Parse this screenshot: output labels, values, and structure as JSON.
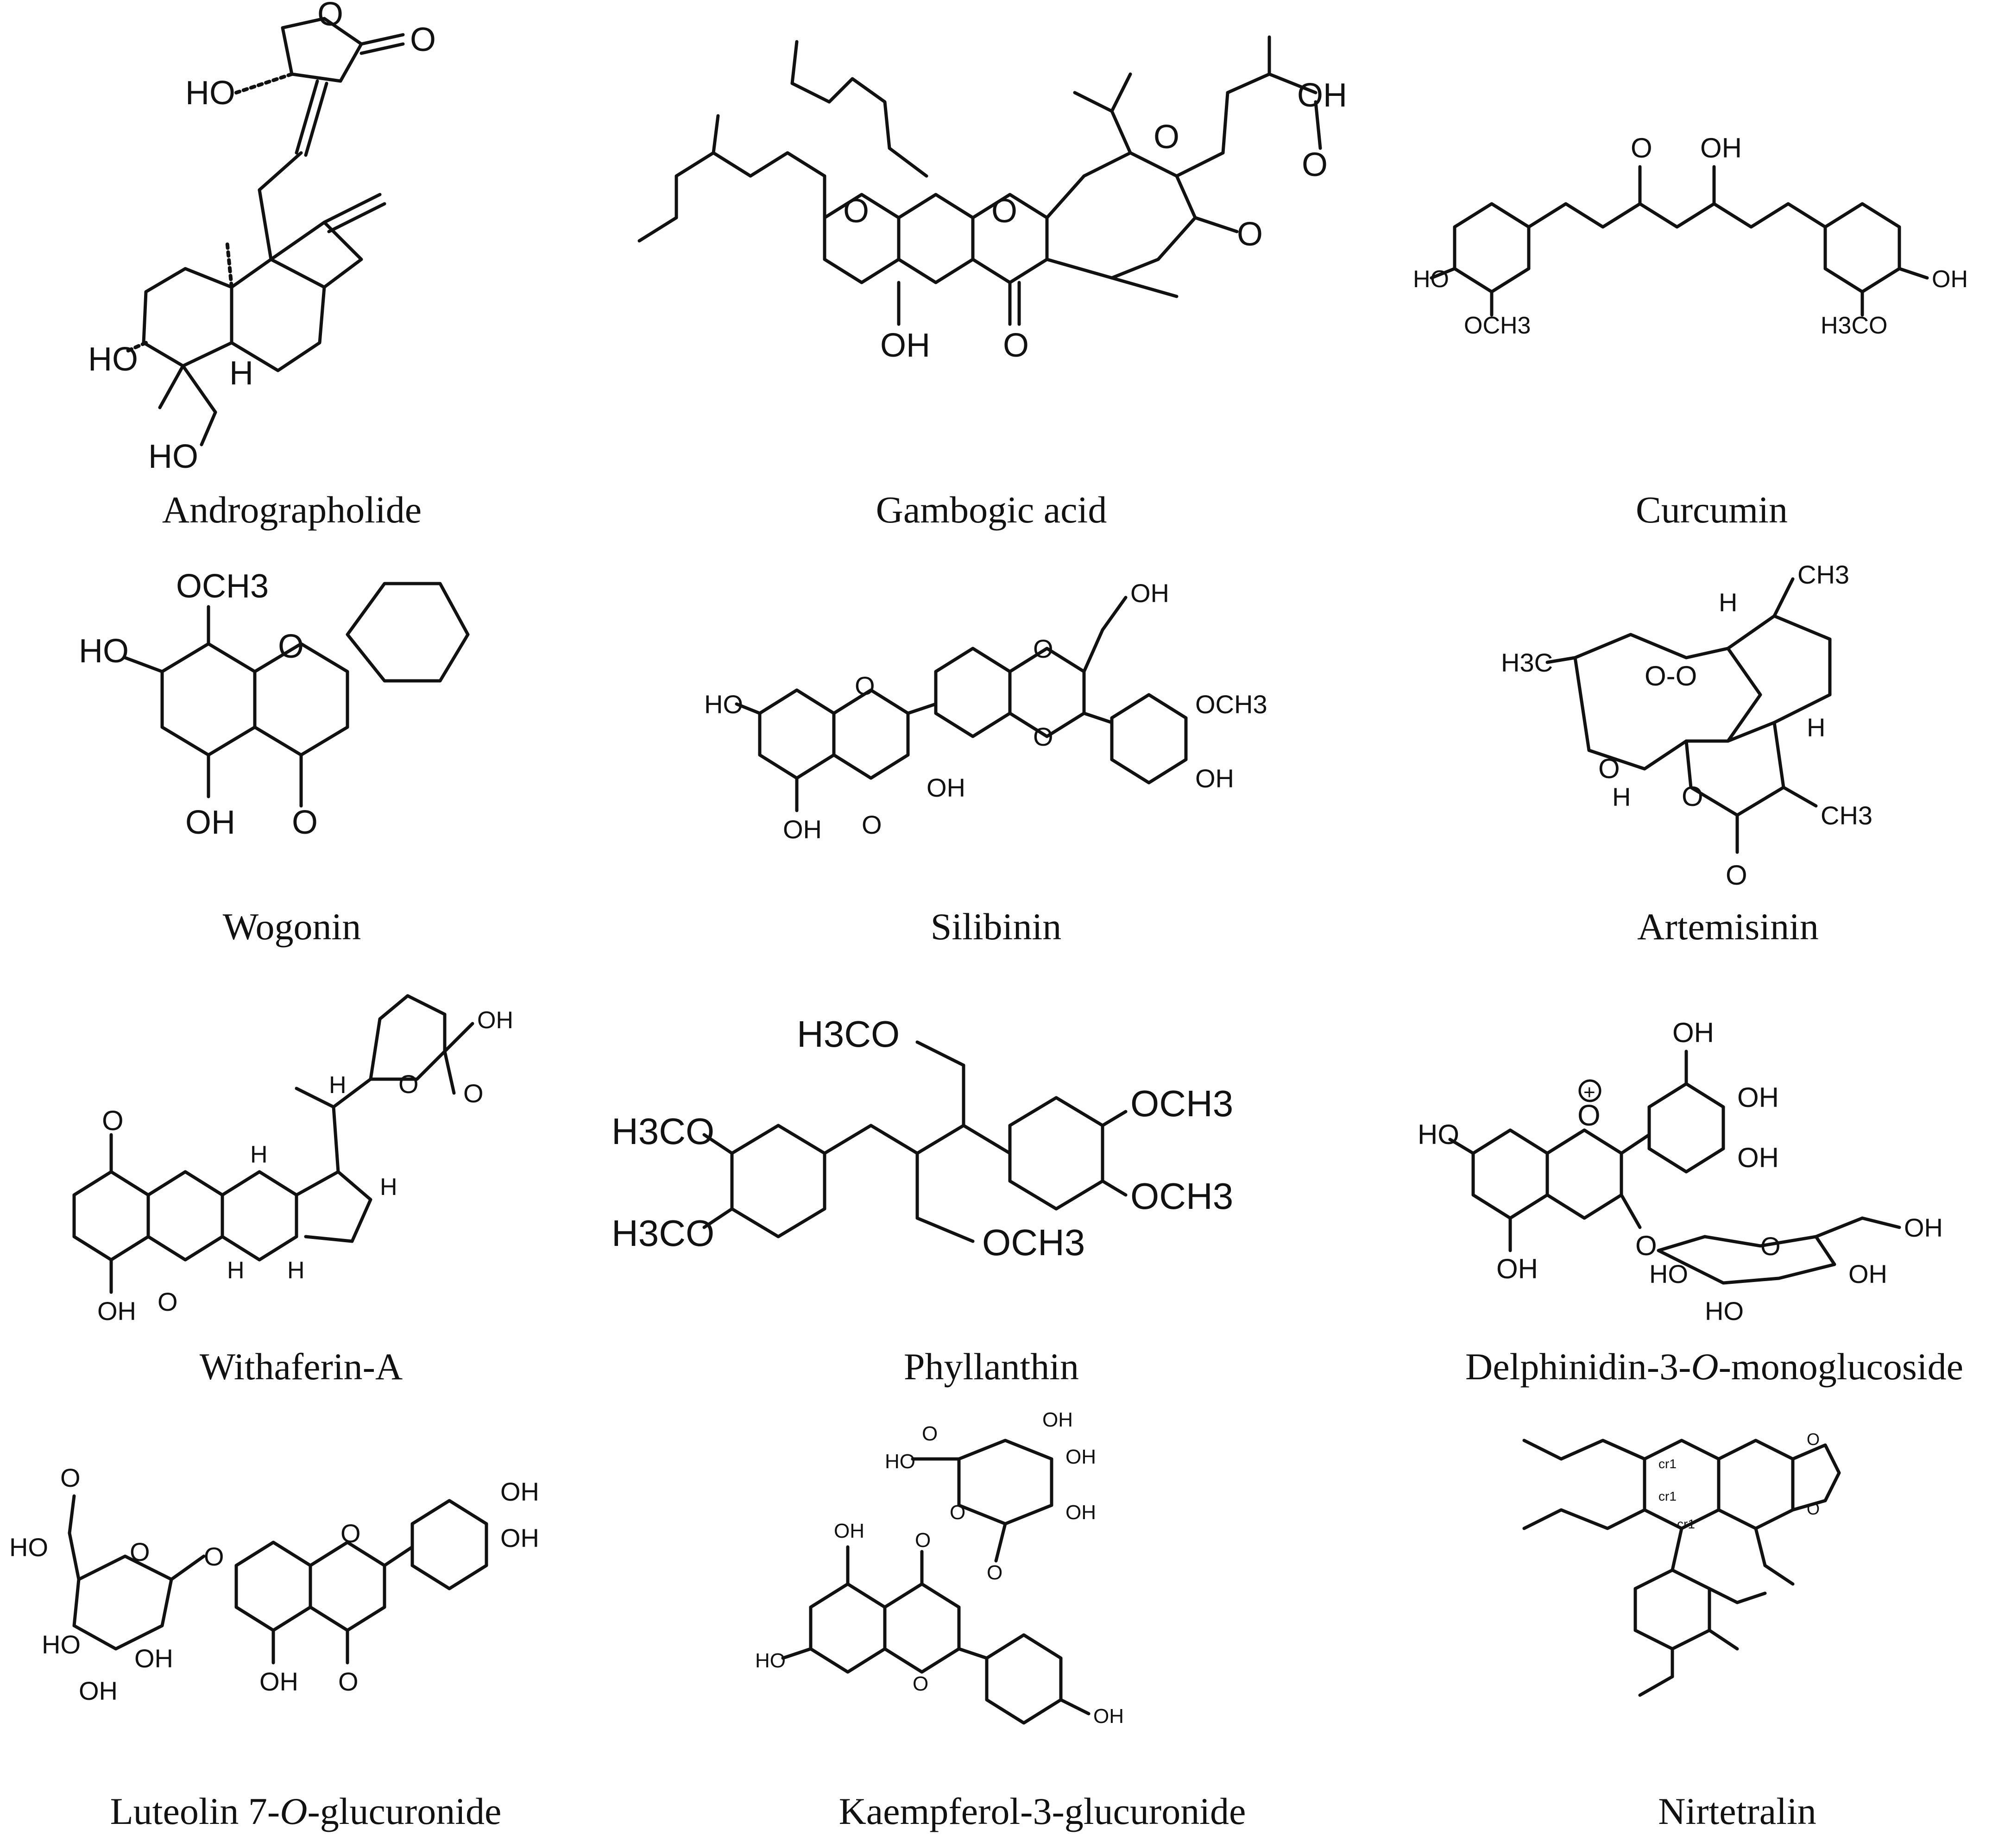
{
  "compounds": [
    {
      "name": "Andrographolide"
    },
    {
      "name": "Gambogic acid"
    },
    {
      "name": "Curcumin"
    },
    {
      "name": "Wogonin"
    },
    {
      "name": "Silibinin"
    },
    {
      "name": "Artemisinin"
    },
    {
      "name": "Withaferin-A"
    },
    {
      "name": "Phyllanthin"
    },
    {
      "name": "Delphinidin-3-O-monoglucoside",
      "parts": [
        "Delphinidin-3-",
        "O",
        "-monoglucoside"
      ]
    },
    {
      "name": "Luteolin 7-O-glucuronide",
      "parts": [
        "Luteolin 7-",
        "O",
        "-glucuronide"
      ]
    },
    {
      "name": "Kaempferol-3-glucuronide"
    },
    {
      "name": "Nirtetralin"
    }
  ],
  "atom_labels": {
    "HO": "HO",
    "OH": "OH",
    "O": "O",
    "H": "H",
    "OCH3": "OCH3",
    "H3CO": "H3CO",
    "CH3": "CH3",
    "H3C": "H3C",
    "O_minus_O": "O-O",
    "cr1": "cr1",
    "plus": "+"
  }
}
